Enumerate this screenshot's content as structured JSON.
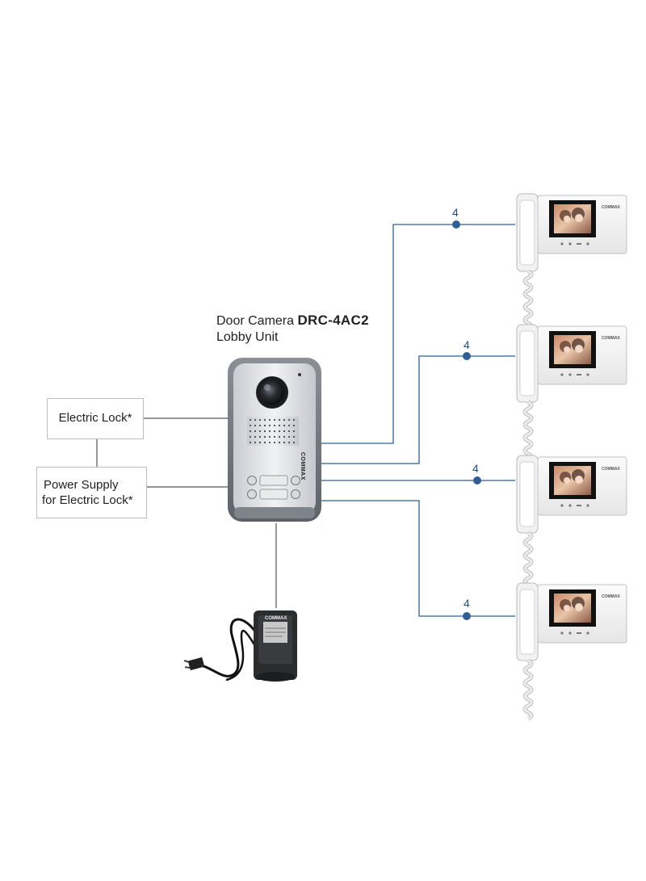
{
  "camera": {
    "title_prefix": "Door Camera",
    "model": "DRC-4AC2",
    "subtitle": "Lobby Unit",
    "brand": "COMMAX"
  },
  "electric_lock": {
    "label": "Electric Lock*"
  },
  "power_supply": {
    "line1": "Power Supply",
    "line2": "for Electric Lock*"
  },
  "adapter": {
    "brand": "COMMAX"
  },
  "monitors": [
    {
      "wire_count": "4",
      "brand": "COMMAX"
    },
    {
      "wire_count": "4",
      "brand": "COMMAX"
    },
    {
      "wire_count": "4",
      "brand": "COMMAX"
    },
    {
      "wire_count": "4",
      "brand": "COMMAX"
    }
  ],
  "colors": {
    "wire_blue": "#2f5f94",
    "wire_gray": "#555555",
    "box_border": "#bdbdbd"
  }
}
